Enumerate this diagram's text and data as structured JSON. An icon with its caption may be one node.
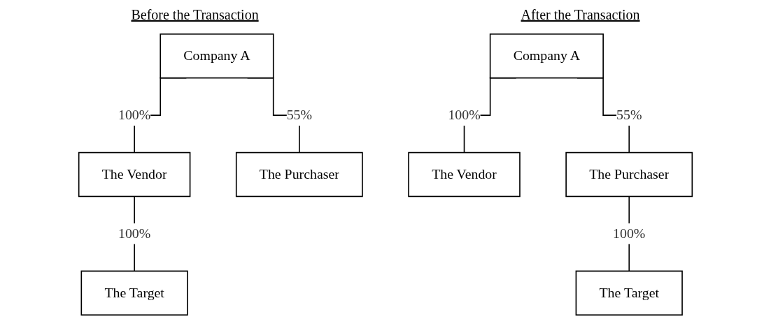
{
  "diagram": {
    "nodes": [
      {
        "text": [
          "Company A"
        ]
      },
      {
        "text": [
          "The Vendor"
        ]
      },
      {
        "text": [
          "The Purchaser"
        ]
      },
      {
        "text": [
          "The Target"
        ]
      },
      {
        "text": [
          "Company A"
        ]
      },
      {
        "text": [
          "The Vendor"
        ]
      },
      {
        "text": [
          "The Purchaser"
        ]
      },
      {
        "text": [
          "The Target"
        ]
      }
    ],
    "edges": [
      {
        "from": 0,
        "to": 1,
        "arrow": "none",
        "label": "100%"
      },
      {
        "from": 0,
        "to": 2,
        "arrow": "none",
        "label": "55%"
      },
      {
        "from": 1,
        "to": 3,
        "arrow": "none",
        "label": "100%"
      },
      {
        "from": 4,
        "to": 5,
        "arrow": "none",
        "label": "100%"
      },
      {
        "from": 4,
        "to": 6,
        "arrow": "none",
        "label": "55%"
      },
      {
        "from": 6,
        "to": 7,
        "arrow": "none",
        "label": "100%"
      }
    ],
    "labels": [
      "Before the Transaction",
      "After the Transaction"
    ]
  }
}
